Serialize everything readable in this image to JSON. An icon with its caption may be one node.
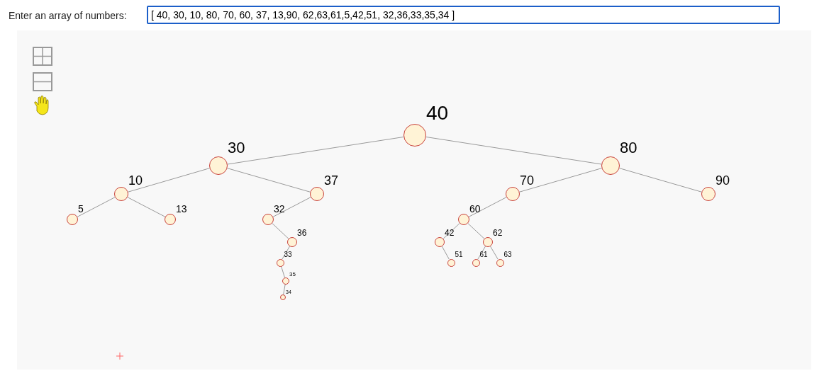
{
  "diagram": {
    "nodes": [
      {
        "text": [],
        "shape": "circle",
        "beside": [
          "40"
        ]
      },
      {
        "text": [],
        "shape": "circle",
        "beside": [
          "30"
        ]
      },
      {
        "text": [],
        "shape": "circle",
        "beside": [
          "80"
        ]
      },
      {
        "text": [],
        "shape": "circle",
        "beside": [
          "10"
        ]
      },
      {
        "text": [],
        "shape": "circle",
        "beside": [
          "37"
        ]
      },
      {
        "text": [],
        "shape": "circle",
        "beside": [
          "70"
        ]
      },
      {
        "text": [],
        "shape": "circle",
        "beside": [
          "90"
        ]
      },
      {
        "text": [],
        "shape": "circle",
        "beside": [
          "5"
        ]
      },
      {
        "text": [],
        "shape": "circle",
        "beside": [
          "13"
        ]
      },
      {
        "text": [],
        "shape": "circle",
        "beside": [
          "32"
        ]
      },
      {
        "text": [],
        "shape": "circle",
        "beside": [
          "60"
        ]
      },
      {
        "text": [],
        "shape": "circle",
        "beside": [
          "36"
        ]
      },
      {
        "text": [],
        "shape": "circle",
        "beside": [
          "42"
        ]
      },
      {
        "text": [],
        "shape": "circle",
        "beside": [
          "62"
        ]
      },
      {
        "text": [],
        "shape": "circle",
        "beside": [
          "33"
        ]
      },
      {
        "text": [],
        "shape": "circle",
        "beside": [
          "51"
        ]
      },
      {
        "text": [],
        "shape": "circle",
        "beside": [
          "61"
        ]
      },
      {
        "text": [],
        "shape": "circle",
        "beside": [
          "63"
        ]
      },
      {
        "text": [],
        "shape": "circle",
        "beside": [
          "35"
        ]
      },
      {
        "text": [],
        "shape": "circle",
        "beside": [
          "34"
        ]
      }
    ],
    "edges": [
      {
        "from": 0,
        "to": 1,
        "arrow": "none"
      },
      {
        "from": 0,
        "to": 2,
        "arrow": "none"
      },
      {
        "from": 1,
        "to": 3,
        "arrow": "none"
      },
      {
        "from": 1,
        "to": 4,
        "arrow": "none"
      },
      {
        "from": 2,
        "to": 5,
        "arrow": "none"
      },
      {
        "from": 2,
        "to": 6,
        "arrow": "none"
      },
      {
        "from": 3,
        "to": 7,
        "arrow": "none"
      },
      {
        "from": 3,
        "to": 8,
        "arrow": "none"
      },
      {
        "from": 4,
        "to": 9,
        "arrow": "none"
      },
      {
        "from": 5,
        "to": 10,
        "arrow": "none"
      },
      {
        "from": 9,
        "to": 11,
        "arrow": "none"
      },
      {
        "from": 10,
        "to": 12,
        "arrow": "none"
      },
      {
        "from": 10,
        "to": 13,
        "arrow": "none"
      },
      {
        "from": 11,
        "to": 14,
        "arrow": "none"
      },
      {
        "from": 12,
        "to": 15,
        "arrow": "none"
      },
      {
        "from": 13,
        "to": 16,
        "arrow": "none"
      },
      {
        "from": 13,
        "to": 17,
        "arrow": "none"
      },
      {
        "from": 14,
        "to": 18,
        "arrow": "none"
      },
      {
        "from": 18,
        "to": 19,
        "arrow": "none"
      }
    ],
    "labels": [
      "Enter an array of numbers:",
      "[ 40, 30, 10, 80, 70, 60, 37, 13,90, 62,63,61,5,42,51, 32,36,33,35,34 ]"
    ]
  }
}
